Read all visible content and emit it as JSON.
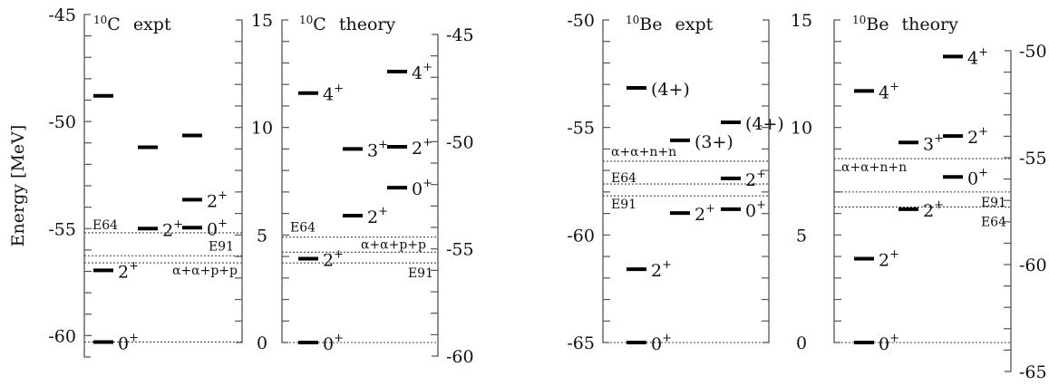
{
  "ylabel": "Energy [MeV]",
  "panels": [
    {
      "title_sup": "10",
      "title_nuc": "C",
      "title_kind": "expt",
      "left_axis": {
        "range": [
          -61,
          -45
        ],
        "tick_labels": [
          "-45",
          "-50",
          "-55",
          "-60"
        ]
      },
      "right_axis": {
        "range": [
          0,
          15
        ],
        "tick_labels": [
          "15",
          "10",
          "5",
          "0"
        ]
      },
      "levels_scale": "left",
      "levels": [
        {
          "col": 0,
          "value": -48.8,
          "label": ""
        },
        {
          "col": 0,
          "value": -56.95,
          "label": "2+"
        },
        {
          "col": 0,
          "value": -60.3,
          "label": "0+"
        },
        {
          "col": 1,
          "value": -51.2,
          "label": ""
        },
        {
          "col": 1,
          "value": -55.0,
          "label": "2+"
        },
        {
          "col": 2,
          "value": -50.65,
          "label": ""
        },
        {
          "col": 2,
          "value": -53.65,
          "label": "2+"
        },
        {
          "col": 2,
          "value": -54.96,
          "label": "0+"
        }
      ],
      "thresholds": [
        {
          "value": -55.2,
          "label": "E64"
        },
        {
          "value": -56.27,
          "label": "E91"
        },
        {
          "value": -56.6,
          "label": "α+α+p+p"
        },
        {
          "value": -60.3,
          "label": ""
        }
      ]
    },
    {
      "title_sup": "10",
      "title_nuc": "C",
      "title_kind": "theory",
      "left_axis": {
        "range": [
          0,
          15
        ],
        "tick_labels": [
          "15",
          "10",
          "5",
          "0"
        ]
      },
      "right_axis": {
        "range": [
          -60,
          -45
        ],
        "tick_labels": [
          "-45",
          "-50",
          "-55",
          "-60"
        ]
      },
      "levels_scale": "left",
      "levels": [
        {
          "col": 0,
          "value": 11.6,
          "label": "4+"
        },
        {
          "col": 0,
          "value": 3.9,
          "label": "2+"
        },
        {
          "col": 0,
          "value": 0,
          "label": "0+"
        },
        {
          "col": 1,
          "value": 9.0,
          "label": "3+"
        },
        {
          "col": 1,
          "value": 5.9,
          "label": "2+"
        },
        {
          "col": 2,
          "value": 12.6,
          "label": "4+"
        },
        {
          "col": 2,
          "value": 9.1,
          "label": "2+"
        },
        {
          "col": 2,
          "value": 7.2,
          "label": "0+"
        }
      ],
      "thresholds": [
        {
          "value": 4.9,
          "label": "E64"
        },
        {
          "value": 4.2,
          "label": "α+α+p+p"
        },
        {
          "value": 3.7,
          "label": "E91"
        },
        {
          "value": 0,
          "label": ""
        }
      ]
    },
    {
      "title_sup": "10",
      "title_nuc": "Be",
      "title_kind": "expt",
      "left_axis": {
        "range": [
          -65,
          -50
        ],
        "tick_labels": [
          "-50",
          "-55",
          "-60",
          "-65"
        ]
      },
      "right_axis": {
        "range": [
          0,
          15
        ],
        "tick_labels": [
          "15",
          "10",
          "5",
          "0"
        ]
      },
      "levels_scale": "left",
      "levels": [
        {
          "col": 0,
          "value": -53.16,
          "label": "(4+)"
        },
        {
          "col": 0,
          "value": -61.59,
          "label": "2+"
        },
        {
          "col": 0,
          "value": -65.0,
          "label": "0+"
        },
        {
          "col": 1,
          "value": -55.6,
          "label": "(3+)"
        },
        {
          "col": 1,
          "value": -58.98,
          "label": "2+"
        },
        {
          "col": 2,
          "value": -54.76,
          "label": "(4+)"
        },
        {
          "col": 2,
          "value": -57.37,
          "label": "2+"
        },
        {
          "col": 2,
          "value": -58.8,
          "label": "0+"
        }
      ],
      "thresholds": [
        {
          "value": -56.57,
          "label": "α+α+n+n"
        },
        {
          "value": -57.63,
          "label": "E64"
        },
        {
          "value": -58.18,
          "label": "E91"
        },
        {
          "value": -65.0,
          "label": ""
        }
      ]
    },
    {
      "title_sup": "10",
      "title_nuc": "Be",
      "title_kind": "theory",
      "left_axis": {
        "range": [
          0,
          15
        ],
        "tick_labels": [
          "15",
          "10",
          "5",
          "0"
        ]
      },
      "right_axis": {
        "range": [
          -65,
          -50
        ],
        "tick_labels": [
          "-50",
          "-55",
          "-60",
          "-65"
        ]
      },
      "levels_scale": "left",
      "levels": [
        {
          "col": 0,
          "value": 11.7,
          "label": "4+"
        },
        {
          "col": 0,
          "value": 3.9,
          "label": "2+"
        },
        {
          "col": 0,
          "value": 0,
          "label": "0+"
        },
        {
          "col": 1,
          "value": 9.3,
          "label": "3+"
        },
        {
          "col": 1,
          "value": 6.2,
          "label": "2+"
        },
        {
          "col": 2,
          "value": 13.3,
          "label": "4+"
        },
        {
          "col": 2,
          "value": 9.6,
          "label": "2+"
        },
        {
          "col": 2,
          "value": 7.7,
          "label": "0+"
        }
      ],
      "thresholds": [
        {
          "value": 8.55,
          "label": "α+α+n+n"
        },
        {
          "value": 7.0,
          "label": "E91"
        },
        {
          "value": 6.3,
          "label": "E64"
        },
        {
          "value": 0,
          "label": ""
        }
      ]
    }
  ]
}
